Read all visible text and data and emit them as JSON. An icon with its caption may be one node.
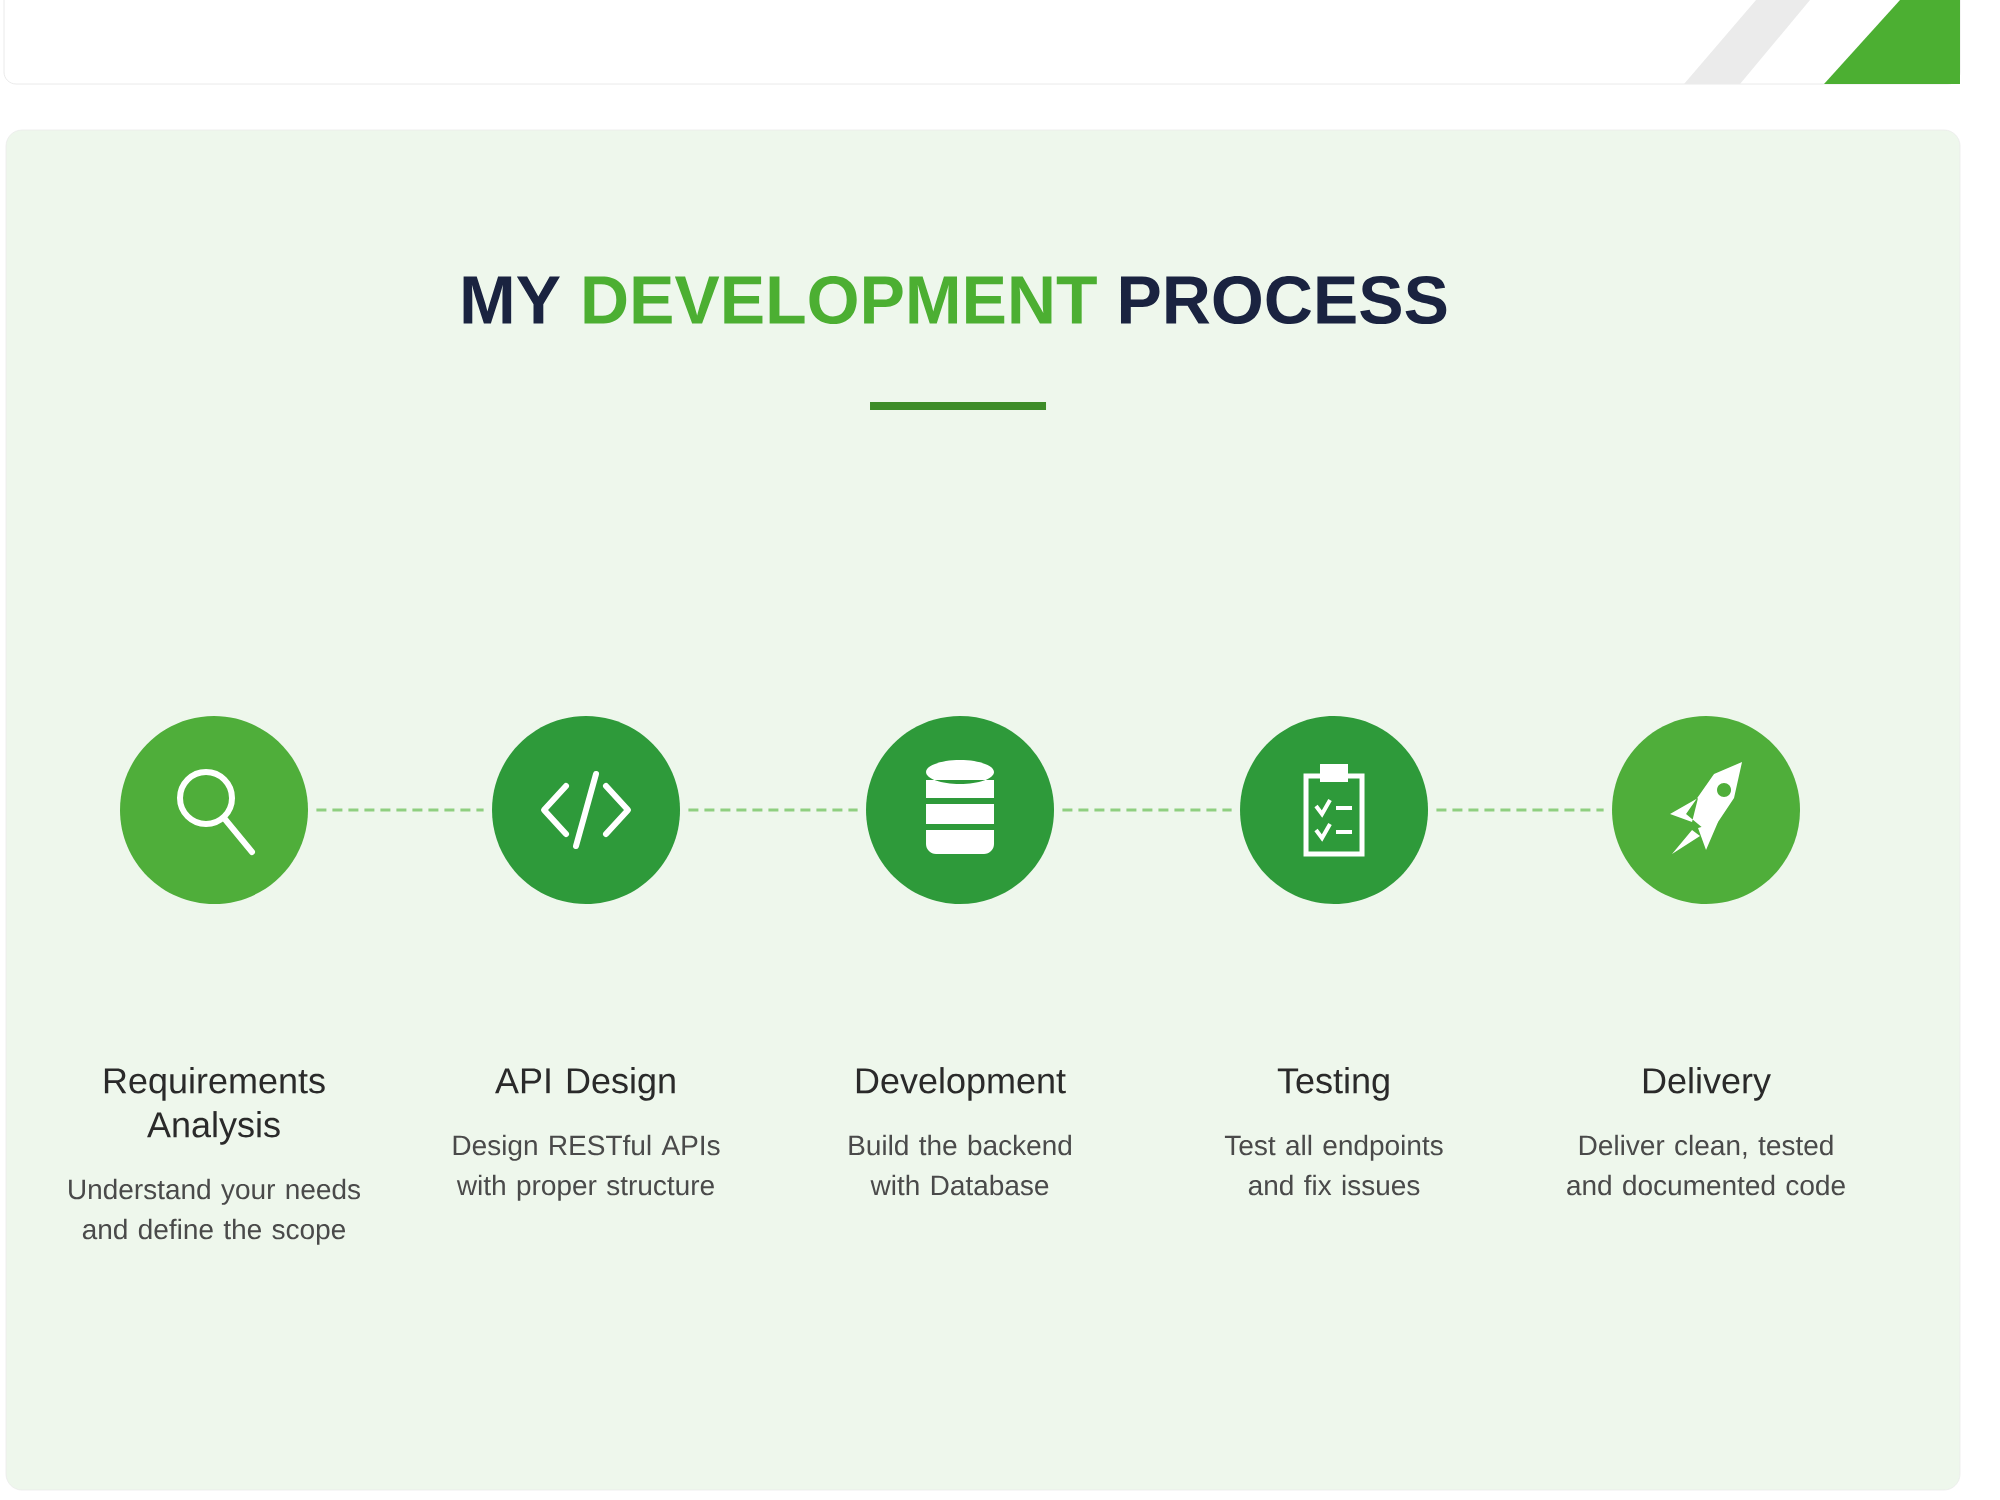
{
  "diagram": {
    "title": "MY *DEVELOPMENT* PROCESS",
    "nodes": [
      {
        "text": [
          "Requirements Analysis"
        ]
      },
      {
        "text": [
          "API Design"
        ]
      },
      {
        "text": [
          "Development"
        ]
      },
      {
        "text": [
          "Testing"
        ]
      },
      {
        "text": [
          "Delivery"
        ]
      }
    ],
    "edges": [
      {
        "from": 0,
        "to": 1,
        "arrow": "none",
        "style": "dashed"
      },
      {
        "from": 1,
        "to": 2,
        "arrow": "none",
        "style": "dashed"
      },
      {
        "from": 2,
        "to": 3,
        "arrow": "none",
        "style": "dashed"
      },
      {
        "from": 3,
        "to": 4,
        "arrow": "none",
        "style": "dashed"
      }
    ],
    "labels": [
      "Understand your needs and define the scope",
      "Design RESTful APIs with proper structure",
      "Build the backend with Database",
      "Test all endpoints and fix issues",
      "Deliver clean, tested and documented code"
    ]
  }
}
